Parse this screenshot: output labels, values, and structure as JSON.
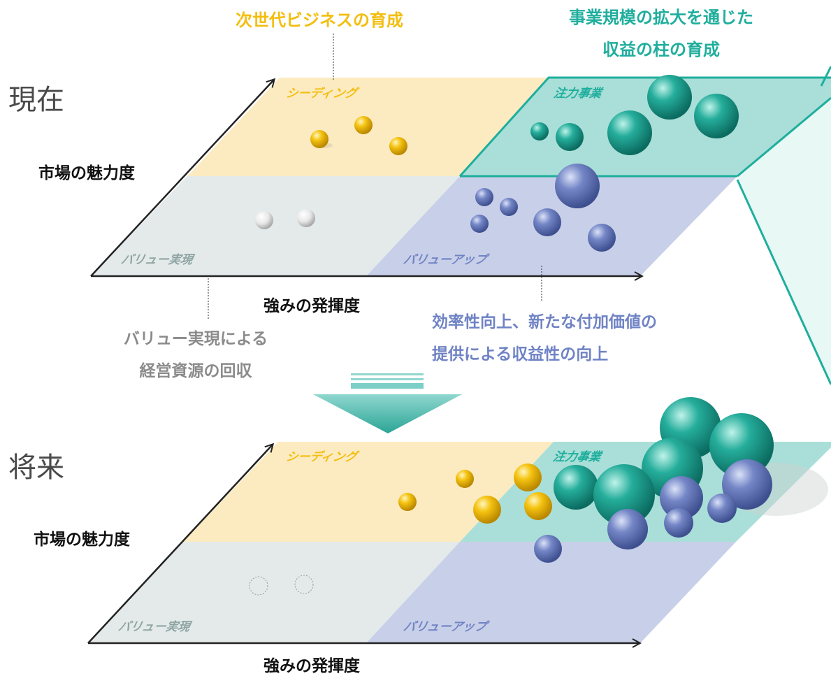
{
  "colors": {
    "seeding": "#f3be0f",
    "focus": "#1fae9d",
    "value_up": "#6f83c4",
    "value_realize": "#8b8b8b"
  },
  "annotations": {
    "seeding": "次世代ビジネスの育成",
    "focus_line1": "事業規模の拡大を通じた",
    "focus_line2": "収益の柱の育成",
    "value_up_line1": "効率性向上、新たな付加価値の",
    "value_up_line2": "提供による収益性の向上",
    "value_realize_line1": "バリュー実現による",
    "value_realize_line2": "経営資源の回収"
  },
  "current": {
    "state_label": "現在",
    "y_axis": "市場の魅力度",
    "x_axis": "強みの発揮度",
    "quadrants": {
      "seeding": "シーディング",
      "focus": "注力事業",
      "value_realize": "バリュー実現",
      "value_up": "バリューアップ"
    }
  },
  "future": {
    "state_label": "将来",
    "y_axis": "市場の魅力度",
    "x_axis": "強みの発揮度",
    "quadrants": {
      "seeding": "シーディング",
      "focus": "注力事業",
      "value_realize": "バリュー実現",
      "value_up": "バリューアップ"
    }
  }
}
